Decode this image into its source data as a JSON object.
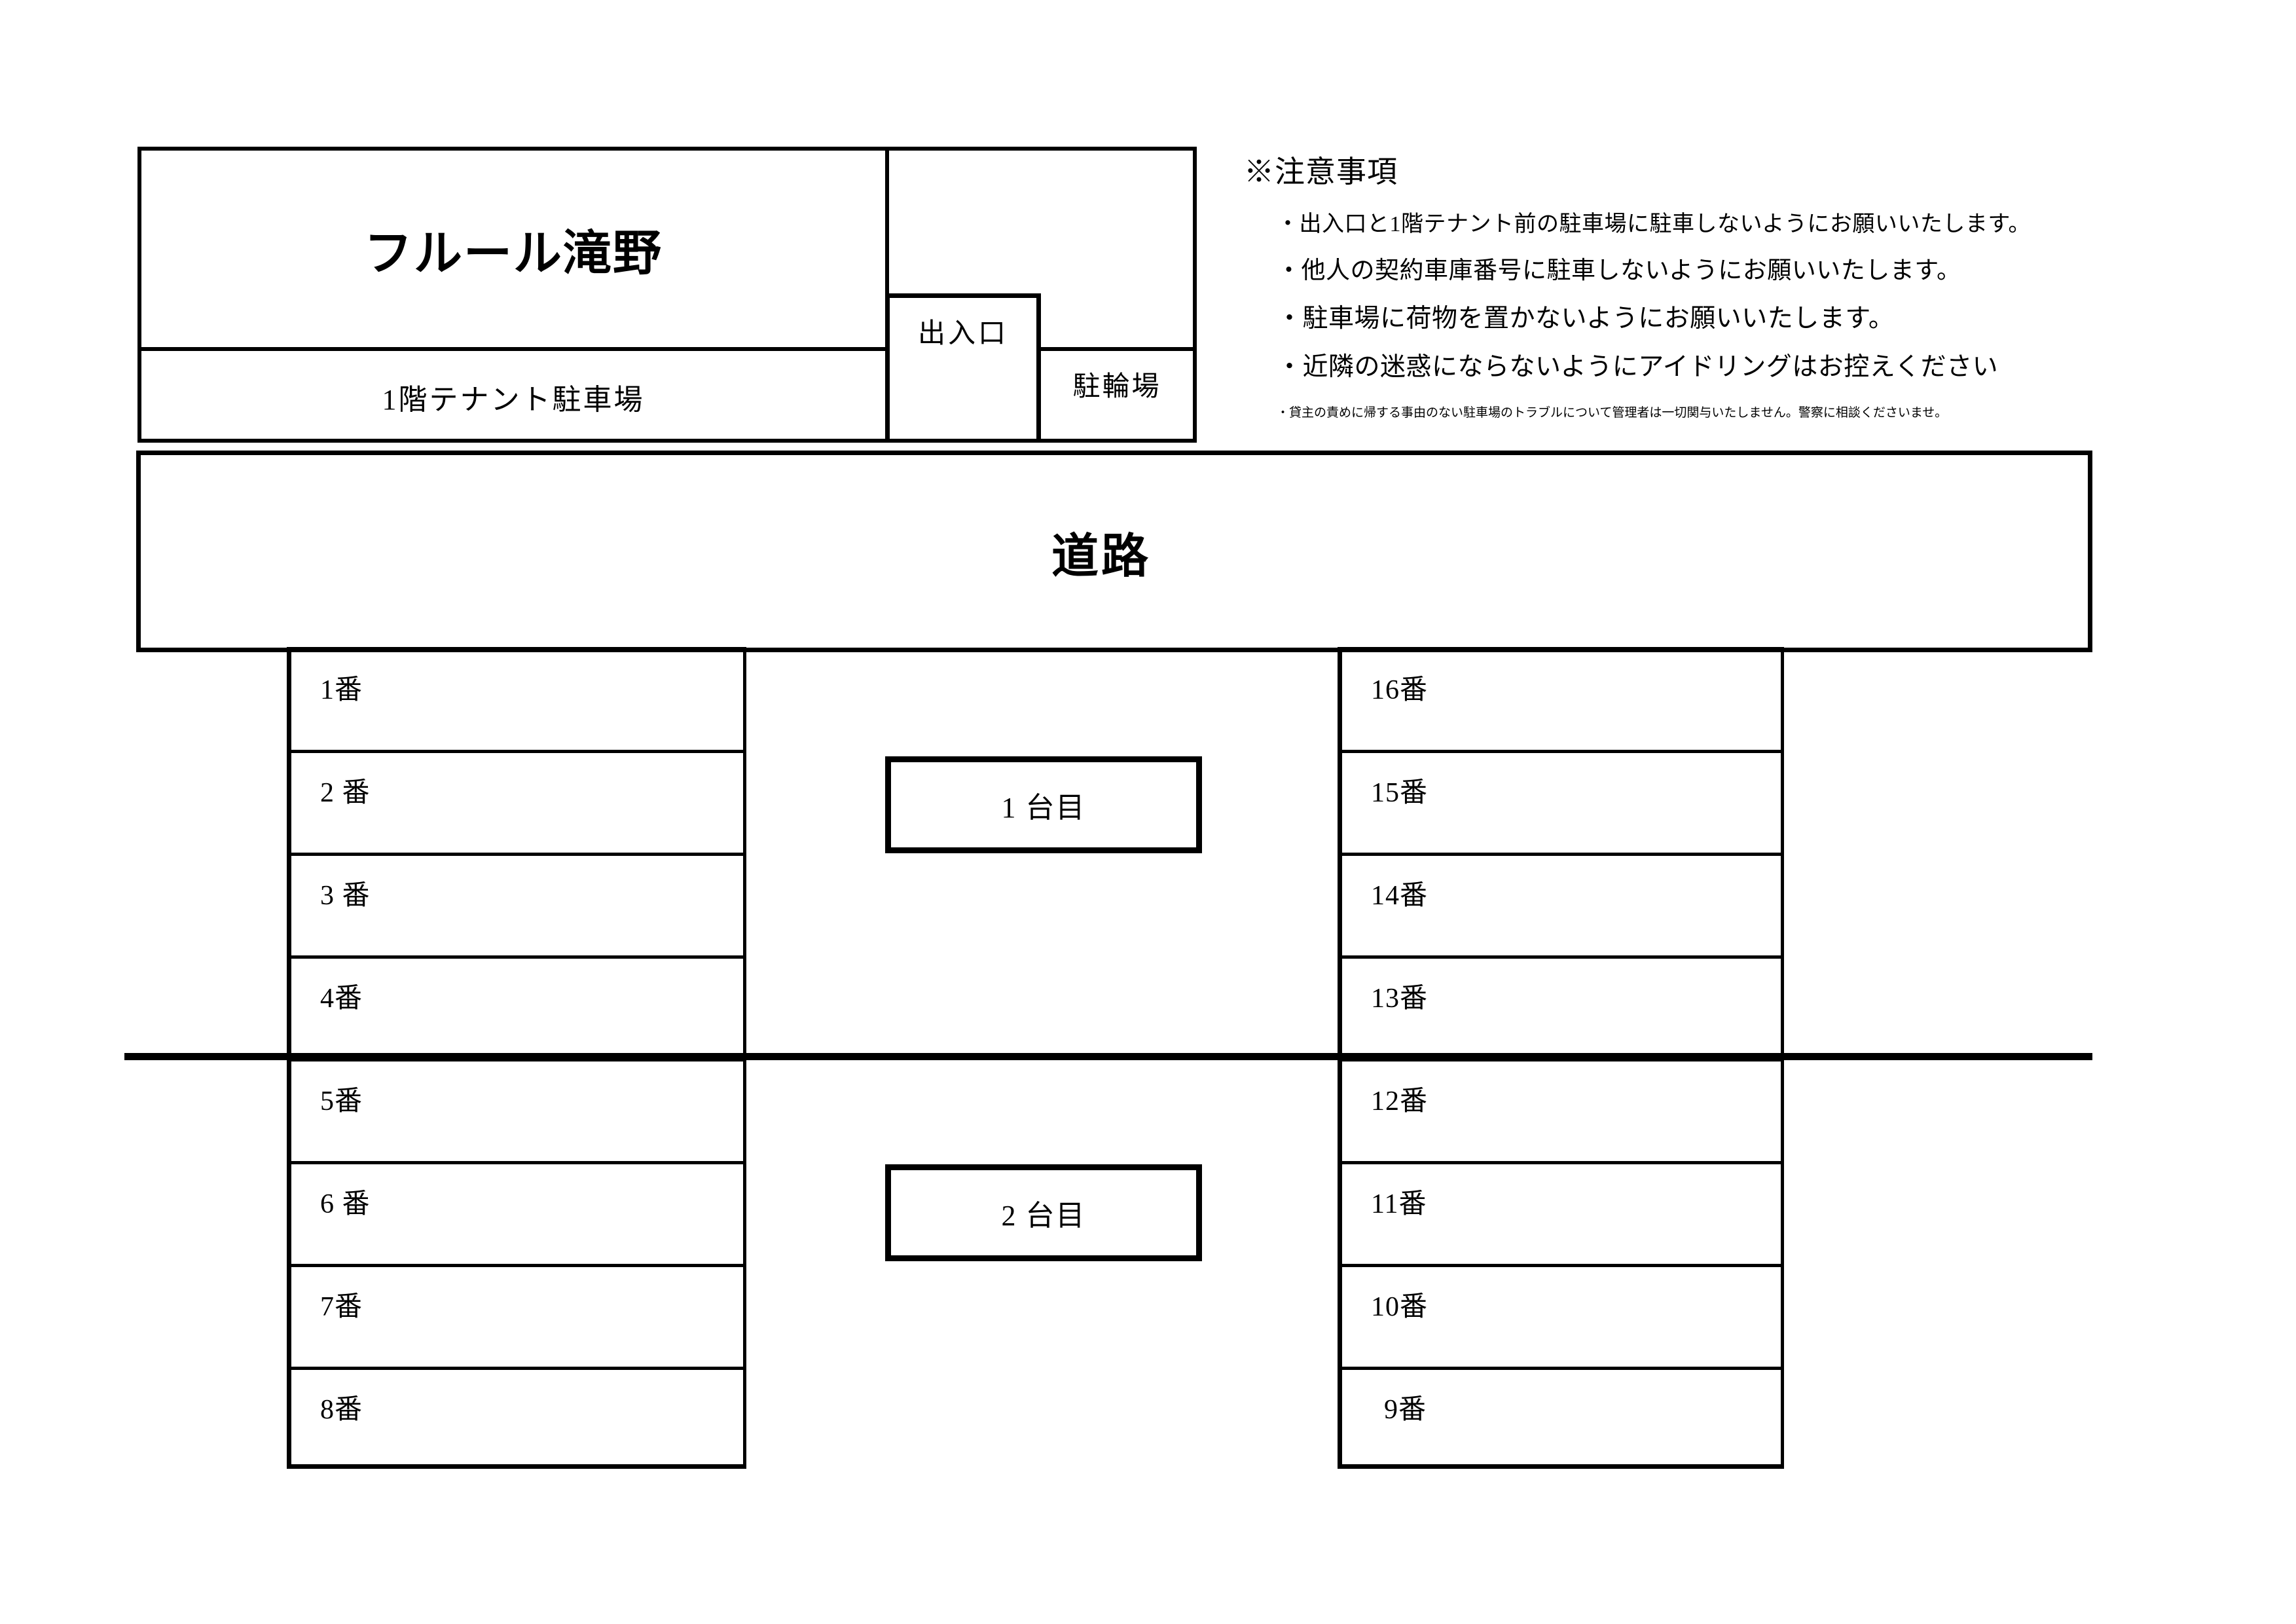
{
  "building": {
    "name": "フルール滝野",
    "tenant_parking_label": "1階テナント駐車場",
    "entrance_label": "出入口",
    "bicycle_parking_label": "駐輪場"
  },
  "road": {
    "label": "道路"
  },
  "notice": {
    "title": "※注意事項",
    "items": [
      "・出入口と1階テナント前の駐車場に駐車しないようにお願いいたします。",
      "・他人の契約車庫番号に駐車しないようにお願いいたします。",
      "・駐車場に荷物を置かないようにお願いいたします。",
      "・近隣の迷惑にならないようにアイドリングはお控えください"
    ],
    "fine_print": "・貸主の責めに帰する事由のない駐車場のトラブルについて管理者は一切関与いたしません。警察に相談くださいませ。"
  },
  "stalls": {
    "left_upper": [
      "1番",
      "2 番",
      "3 番",
      "4番"
    ],
    "left_lower": [
      "5番",
      "6 番",
      "7番",
      "8番"
    ],
    "right_upper": [
      "16番",
      "15番",
      "14番",
      "13番"
    ],
    "right_lower": [
      "12番",
      "11番",
      "10番",
      "9番"
    ]
  },
  "center_boxes": {
    "first": "1 台目",
    "second": "2 台目"
  },
  "colors": {
    "ink": "#000000",
    "paper": "#ffffff"
  }
}
